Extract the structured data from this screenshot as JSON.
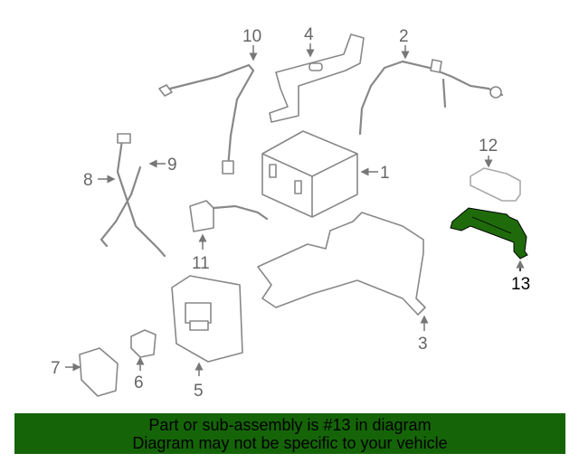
{
  "diagram": {
    "callouts": [
      "1",
      "2",
      "3",
      "4",
      "5",
      "6",
      "7",
      "8",
      "9",
      "10",
      "11",
      "12",
      "13"
    ],
    "highlighted_part": "13",
    "highlight_color": "#1f6b0b"
  },
  "banner": {
    "line1": "Part or sub-assembly is #13 in diagram",
    "line2": "Diagram may not be specific to your vehicle",
    "color": "#156508"
  }
}
